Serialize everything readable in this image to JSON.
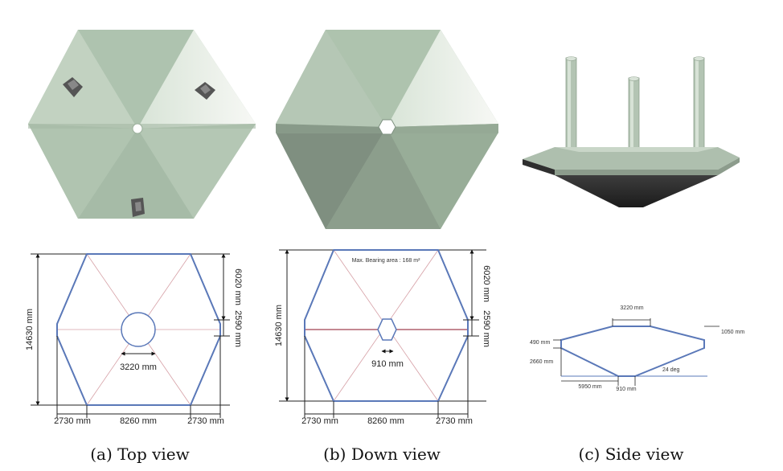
{
  "captions": {
    "a": "(a) Top view",
    "b": "(b) Down view",
    "c": "(c) Side view"
  },
  "top_view": {
    "height": "14630 mm",
    "upper": "6020 mm",
    "mid": "2590 mm",
    "circle": "3220 mm",
    "left": "2730 mm",
    "center": "8260 mm",
    "right": "2730 mm"
  },
  "down_view": {
    "note": "Max. Bearing area : 168 m²",
    "height": "14630 mm",
    "upper": "6020 mm",
    "mid": "2590 mm",
    "hex": "910 mm",
    "left": "2730 mm",
    "center": "8260 mm",
    "right": "2730 mm"
  },
  "side_view": {
    "top_width": "3220 mm",
    "right_thick": "1050 mm",
    "left_thick": "490 mm",
    "depth": "2660 mm",
    "angle": "24 deg",
    "base": "5950 mm",
    "bottom": "910 mm"
  },
  "colors": {
    "panel_light": "#bfd0c0",
    "panel_mid": "#a9bda9",
    "panel_dark": "#7e8c7f",
    "outline": "#5a78b8",
    "inner_line": "#d6a0a6"
  }
}
